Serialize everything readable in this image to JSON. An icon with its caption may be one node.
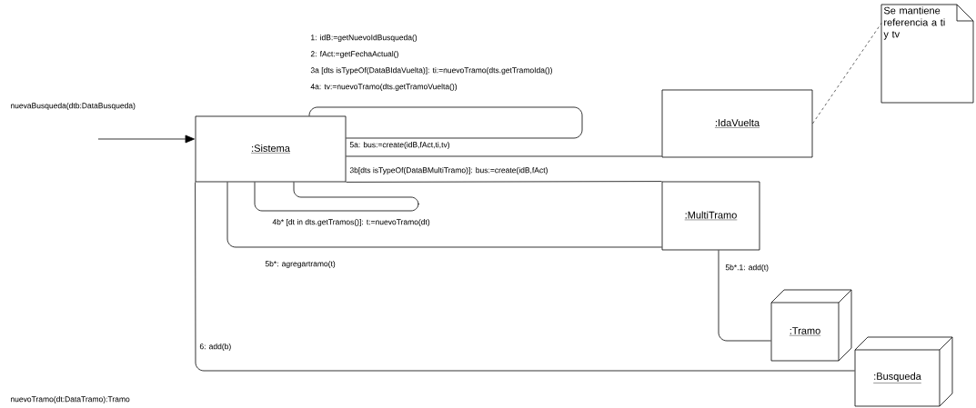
{
  "diagram": {
    "nodes": [
      {
        "text": [
          ":Sistema"
        ]
      },
      {
        "text": [
          ":IdaVuelta"
        ]
      },
      {
        "text": [
          "Se mantiene referencia a ti y tv"
        ]
      },
      {
        "text": [
          ":MultiTramo"
        ]
      },
      {
        "text": [
          ":Tramo"
        ]
      },
      {
        "text": [
          ":Busqueda"
        ]
      }
    ],
    "edges": [
      {
        "from": null,
        "to": 0,
        "arrow": "to",
        "label": "nuevaBusqueda(dtb:DataBusqueda)"
      },
      {
        "from": 0,
        "to": 0,
        "arrow": "none"
      },
      {
        "from": 0,
        "to": 1,
        "arrow": "none",
        "label": "5a: bus:=create(idB,fAct,ti,tv)"
      },
      {
        "from": 0,
        "to": 3,
        "arrow": "none",
        "label": "3b[dts isTypeOf(DataBMultiTramo)]: bus:=create(idB,fAct)"
      },
      {
        "from": 0,
        "to": 0,
        "arrow": "none",
        "label": "4b* [dt in dts.getTramos()]: t:=nuevoTramo(dt)"
      },
      {
        "from": 0,
        "to": 3,
        "arrow": "none",
        "label": "5b*: agregartramo(t)"
      },
      {
        "from": 3,
        "to": 4,
        "arrow": "none",
        "label": "5b*.1: add(t)"
      },
      {
        "from": 0,
        "to": 5,
        "arrow": "none",
        "label": "6: add(b)"
      },
      {
        "from": 1,
        "to": 2,
        "arrow": "none",
        "style": "dashed"
      }
    ],
    "labels": [
      "1: idB:=getNuevoIdBusqueda()",
      "2: fAct:=getFechaActual()",
      "3a [dts isTypeOf(DataBIdaVuelta)]: ti:=nuevoTramo(dts.getTramoIda())",
      "4a: tv:=nuevoTramo(dts.getTramoVuelta())",
      "nuevoTramo(dt:DataTramo):Tramo"
    ]
  }
}
